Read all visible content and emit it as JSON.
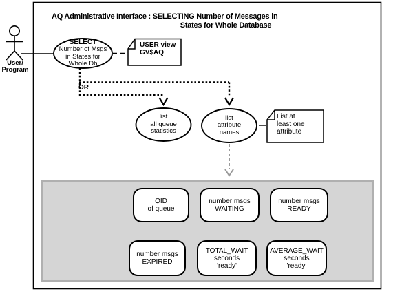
{
  "title": {
    "line1": "AQ Administrative Interface : SELECTING Number of Messages in",
    "line2": "States for Whole Database"
  },
  "actor": {
    "label": "User/\nProgram"
  },
  "select_ellipse": {
    "heading": "SELECT",
    "body": "Number of Msgs\nin States for\nWhole Db"
  },
  "or_label": "OR",
  "ellipses": {
    "list_all_queue": "list\nall queue\nstatistics",
    "list_attribute": "list\nattribute\nnames"
  },
  "notes": {
    "user_view": "USER view\nGV$AQ",
    "least_one": "List at\nleast one\nattribute"
  },
  "result_boxes": [
    "QID\nof queue",
    "number msgs\nWAITING",
    "number msgs\nREADY",
    "number msgs\nEXPIRED",
    "TOTAL_WAIT\nseconds\n'ready'",
    "AVERAGE_WAIT\nseconds\n'ready'"
  ],
  "colors": {
    "line": "#000000",
    "panel_fill": "#d5d5d5",
    "panel_border": "#b0b0b0",
    "gray_arrow": "#9a9a9a"
  }
}
